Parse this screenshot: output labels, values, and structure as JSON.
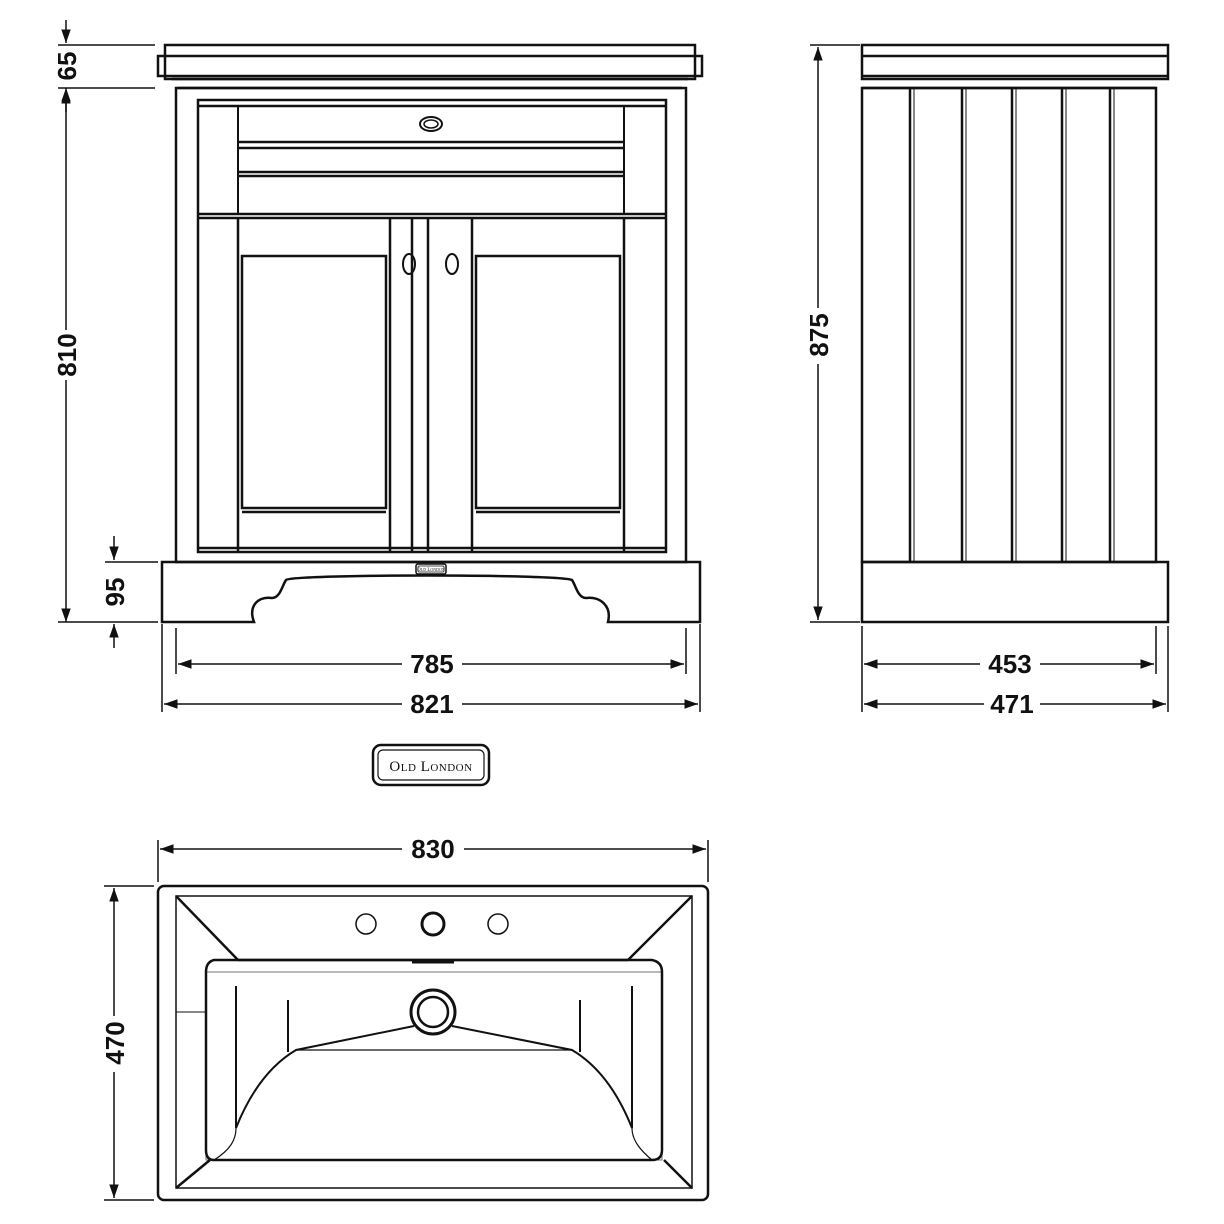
{
  "dimensions": {
    "front_basin_height": "65",
    "front_cabinet_height": "810",
    "front_plinth_height": "95",
    "front_inner_width": "785",
    "front_outer_width": "821",
    "side_height": "875",
    "side_inner_depth": "453",
    "side_outer_depth": "471",
    "basin_width": "830",
    "basin_depth": "470"
  },
  "brand": {
    "name": "Old London"
  },
  "colors": {
    "line": "#111111",
    "background": "#ffffff"
  }
}
